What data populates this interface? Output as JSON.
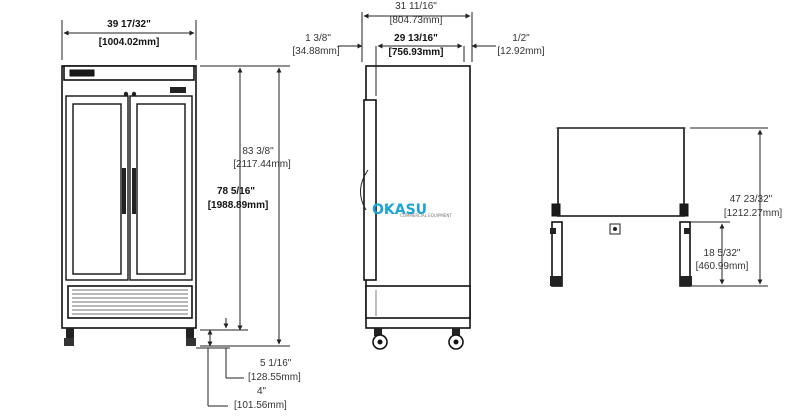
{
  "front": {
    "width_in": "39 17/32\"",
    "width_mm": "[1004.02mm]",
    "height_in": "83 3/8\"",
    "height_mm": "[2117.44mm]",
    "door_h_in": "78 5/16\"",
    "door_h_mm": "[1988.89mm]",
    "bottom_in": "5 1/16\"",
    "bottom_mm": "[128.55mm]",
    "caster_in": "4\"",
    "caster_mm": "[101.56mm]"
  },
  "side": {
    "depth_in": "31 11/16\"",
    "depth_mm": "[804.73mm]",
    "inner_in": "29 13/16\"",
    "inner_mm": "[756.93mm]",
    "left_in": "1 3/8\"",
    "left_mm": "[34.88mm]",
    "right_in": "1/2\"",
    "right_mm": "[12.92mm]"
  },
  "right": {
    "total_in": "47 23/32\"",
    "total_mm": "[1212.27mm]",
    "lower_in": "18 5/32\"",
    "lower_mm": "[460.99mm]"
  },
  "watermark": {
    "brand": "OKASU",
    "tagline": "COMMERCIAL EQUIPMENT",
    "color": "#1aa4d8"
  }
}
